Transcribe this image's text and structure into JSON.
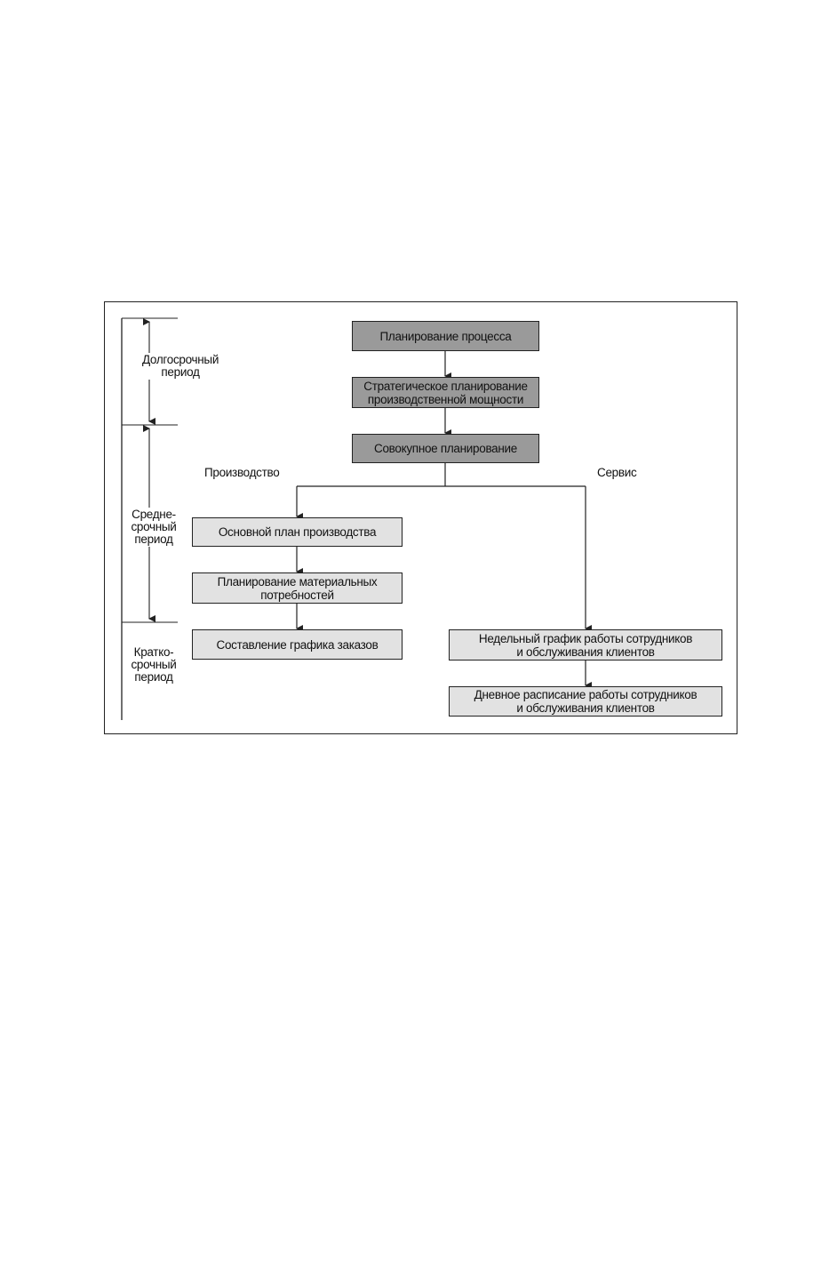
{
  "periods": {
    "long": "Долгосрочный\nпериод",
    "medium": "Средне-\nсрочный\nпериод",
    "short": "Кратко-\nсрочный\nпериод"
  },
  "branches": {
    "production": "Производство",
    "service": "Сервис"
  },
  "boxes": {
    "process_planning": "Планирование процесса",
    "strategic_capacity": "Стратегическое планирование\nпроизводственной мощности",
    "aggregate_planning": "Совокупное планирование",
    "master_production": "Основной план производства",
    "material_requirements": "Планирование материальных\nпотребностей",
    "order_scheduling": "Составление графика заказов",
    "weekly_schedule": "Недельный график работы сотрудников\nи обслуживания клиентов",
    "daily_schedule": "Дневное расписание работы сотрудников\nи обслуживания клиентов"
  }
}
